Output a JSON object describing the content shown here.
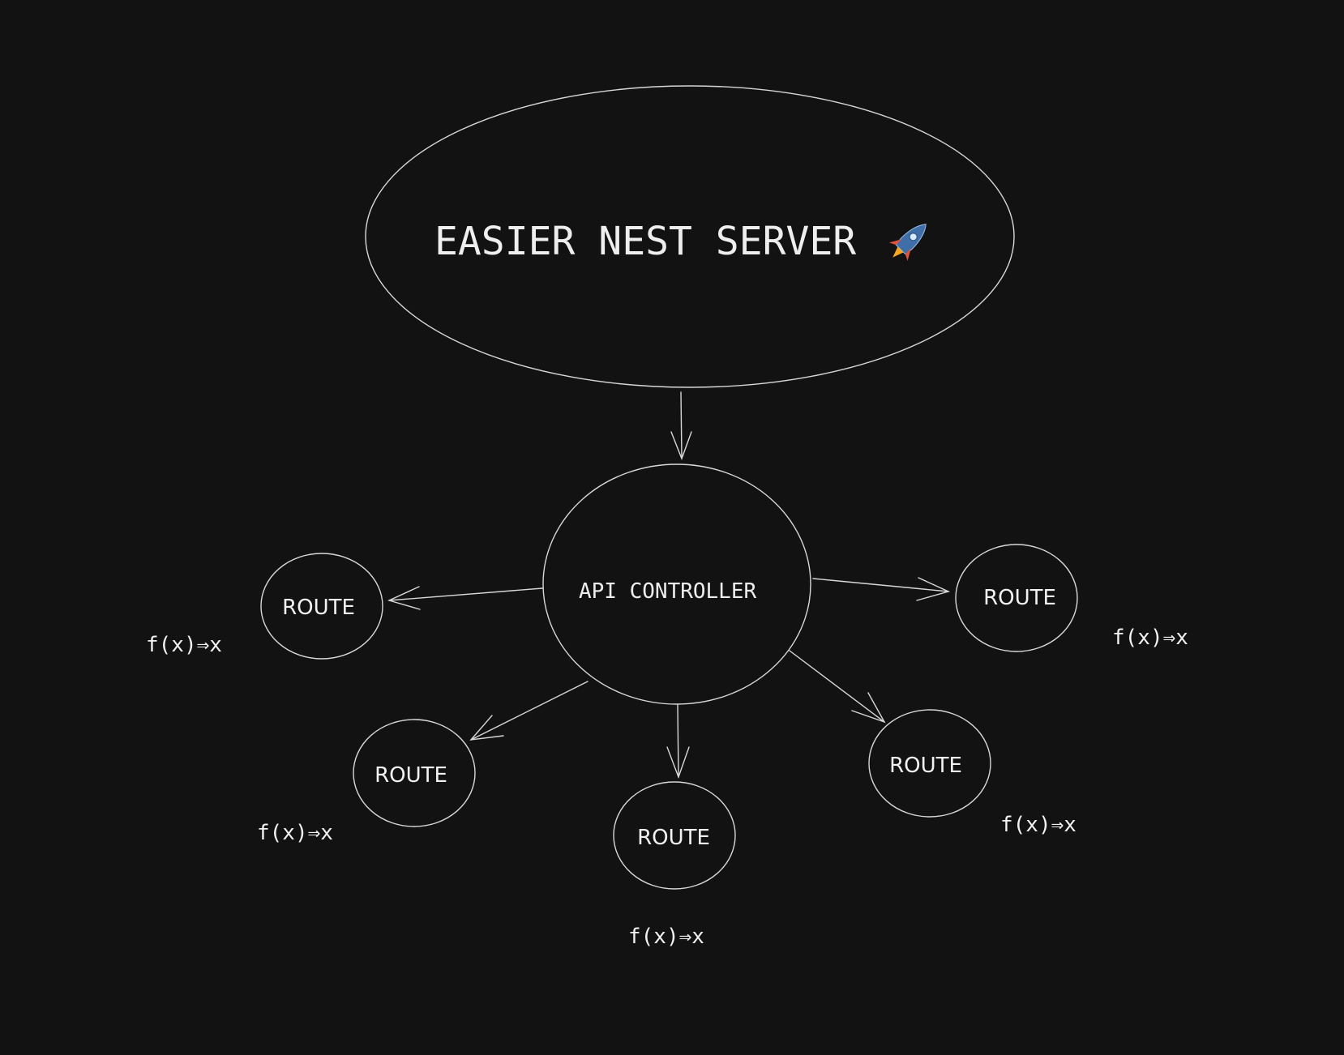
{
  "title": {
    "label": "EASIER NEST SERVER",
    "emoji_icon": "rocket-icon"
  },
  "controller": {
    "label": "API CONTROLLER"
  },
  "routes": [
    {
      "id": "left",
      "label": "ROUTE",
      "annotation": "f(x)⇒x"
    },
    {
      "id": "right",
      "label": "ROUTE",
      "annotation": "f(x)⇒x"
    },
    {
      "id": "lower-left",
      "label": "ROUTE",
      "annotation": "f(x)⇒x"
    },
    {
      "id": "bottom",
      "label": "ROUTE",
      "annotation": "f(x)⇒x"
    },
    {
      "id": "lower-right",
      "label": "ROUTE",
      "annotation": "f(x)⇒x"
    }
  ],
  "colors": {
    "background": "#121212",
    "stroke": "#d8d8d8",
    "text": "#eeeeee",
    "rocket_body": "#3f6ea8",
    "rocket_fin": "#e0533d",
    "rocket_flame": "#f5a623"
  }
}
